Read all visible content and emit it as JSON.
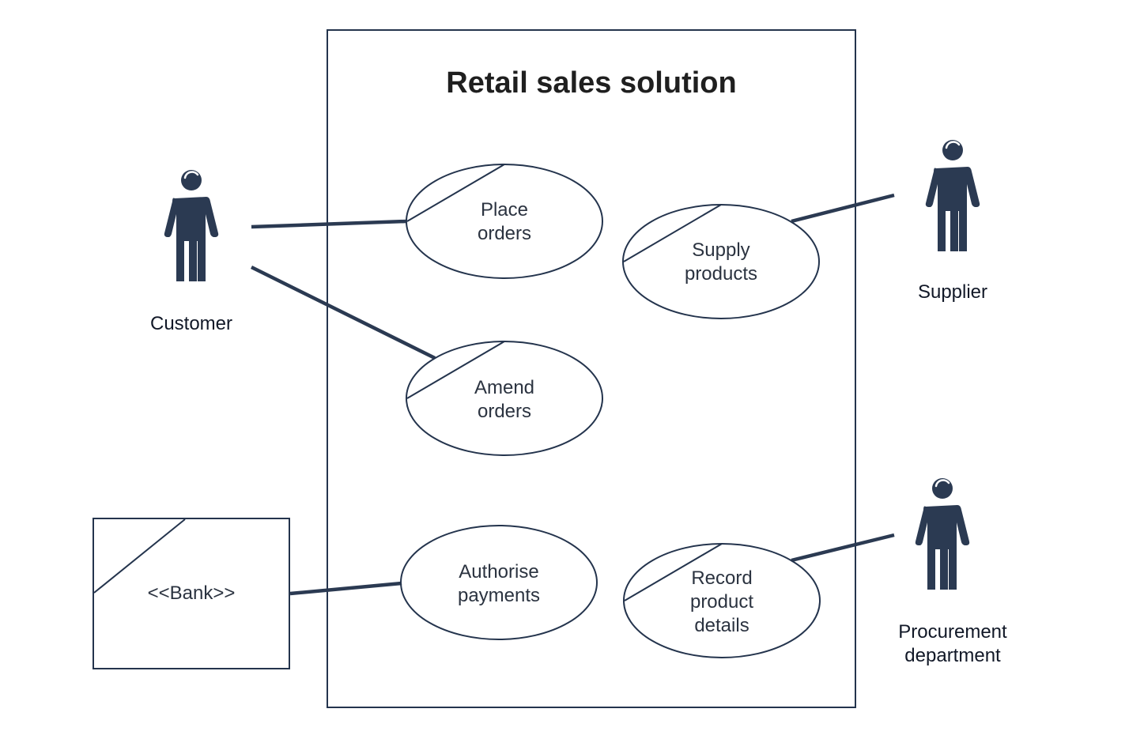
{
  "system": {
    "title": "Retail sales solution"
  },
  "actors": {
    "customer": {
      "label": "Customer"
    },
    "supplier": {
      "label": "Supplier"
    },
    "procurement": {
      "label_lines": [
        "Procurement",
        "department"
      ]
    },
    "bank": {
      "label": "<<Bank>>"
    }
  },
  "use_cases": {
    "place_orders": {
      "label_lines": [
        "Place",
        "orders"
      ]
    },
    "amend_orders": {
      "label_lines": [
        "Amend",
        "orders"
      ]
    },
    "supply_products": {
      "label_lines": [
        "Supply",
        "products"
      ]
    },
    "authorise_payments": {
      "label_lines": [
        "Authorise",
        "payments"
      ]
    },
    "record_product_details": {
      "label_lines": [
        "Record",
        "product",
        "details"
      ]
    }
  },
  "colors": {
    "stroke": "#24344d",
    "actor": "#2b3a52",
    "text": "#1f2937"
  }
}
